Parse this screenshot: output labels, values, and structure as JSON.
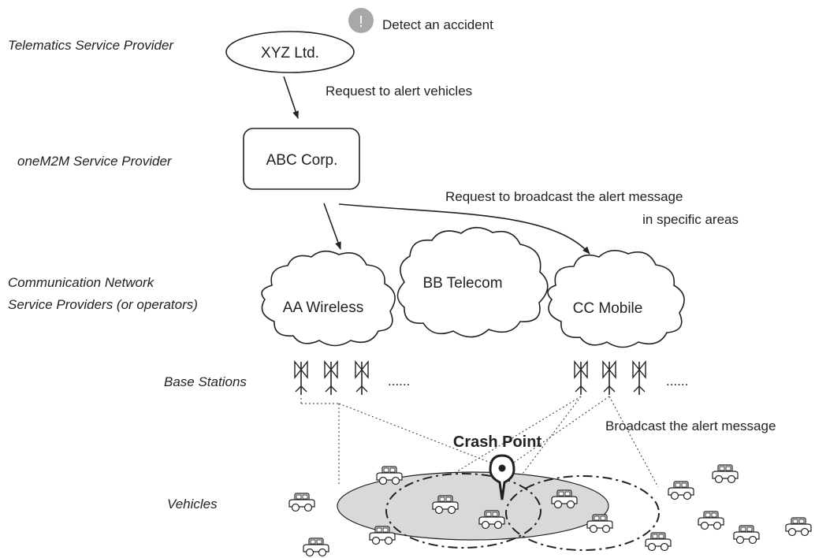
{
  "roles": {
    "telematics": "Telematics Service Provider",
    "onem2m": "oneM2M Service Provider",
    "cnsp_line1": "Communication Network",
    "cnsp_line2": "Service Providers (or operators)",
    "base_stations": "Base Stations",
    "vehicles": "Vehicles"
  },
  "nodes": {
    "telematics_provider": "XYZ Ltd.",
    "onem2m_provider": "ABC Corp.",
    "operator_a": "AA Wireless",
    "operator_b": "BB Telecom",
    "operator_c": "CC Mobile"
  },
  "annotations": {
    "alert_mark": "!",
    "detect": "Detect an accident",
    "request_alert": "Request to alert vehicles",
    "request_broadcast_line1": "Request to broadcast the alert message",
    "request_broadcast_line2": "in specific areas",
    "broadcast": "Broadcast the alert message",
    "crash_point": "Crash Point",
    "ellipsis_left": "......",
    "ellipsis_right": "......"
  },
  "colors": {
    "stroke": "#222222",
    "alert_badge": "#a8a8a8",
    "area_fill": "#d9d9d9"
  }
}
